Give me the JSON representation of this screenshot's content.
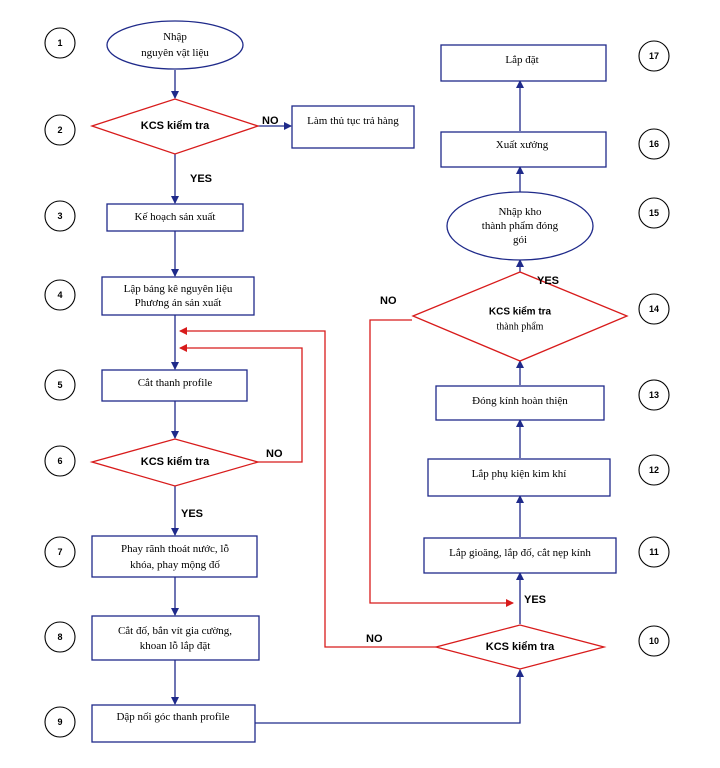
{
  "colors": {
    "box_stroke": "#1f2a8a",
    "diamond_stroke": "#d81b1b",
    "arrow_blue": "#1f2a8a",
    "arrow_red": "#d81b1b",
    "circle_stroke": "#000000"
  },
  "steps": {
    "s1": {
      "number": "1",
      "lines": [
        "Nhập",
        "nguyên vật liệu"
      ]
    },
    "s2": {
      "number": "2",
      "lines": [
        "KCS kiểm tra"
      ]
    },
    "s2_return": {
      "lines": [
        "Làm thủ tục trả hàng"
      ]
    },
    "s3": {
      "number": "3",
      "lines": [
        "Kế hoạch sản xuất"
      ]
    },
    "s4": {
      "number": "4",
      "lines": [
        "Lập bảng kê nguyên liệu",
        "Phương án sản xuất"
      ]
    },
    "s5": {
      "number": "5",
      "lines": [
        "Cắt thanh profile"
      ]
    },
    "s6": {
      "number": "6",
      "lines": [
        "KCS kiểm tra"
      ]
    },
    "s7": {
      "number": "7",
      "lines": [
        "Phay rãnh thoát nước, lỗ",
        "khóa, phay mộng đố"
      ]
    },
    "s8": {
      "number": "8",
      "lines": [
        "Cắt đố, bắn vít  gia cường,",
        "khoan lỗ lắp đặt"
      ]
    },
    "s9": {
      "number": "9",
      "lines": [
        "Dập nối góc thanh profile"
      ]
    },
    "s10": {
      "number": "10",
      "lines": [
        "KCS kiểm tra"
      ]
    },
    "s11": {
      "number": "11",
      "lines": [
        "Lắp gioăng, lắp đố, cắt nẹp kính"
      ]
    },
    "s12": {
      "number": "12",
      "lines": [
        "Lắp phụ kiện kim khí"
      ]
    },
    "s13": {
      "number": "13",
      "lines": [
        "Đóng kính hoàn thiện"
      ]
    },
    "s14": {
      "number": "14",
      "lines": [
        "KCS  kiểm tra",
        "thành phẩm"
      ]
    },
    "s15": {
      "number": "15",
      "lines": [
        "Nhập kho",
        "thành phẩm đóng",
        "gói"
      ]
    },
    "s16": {
      "number": "16",
      "lines": [
        "Xuất xưởng"
      ]
    },
    "s17": {
      "number": "17",
      "lines": [
        "Lắp đặt"
      ]
    }
  },
  "labels": {
    "no": "NO",
    "yes": "YES"
  }
}
